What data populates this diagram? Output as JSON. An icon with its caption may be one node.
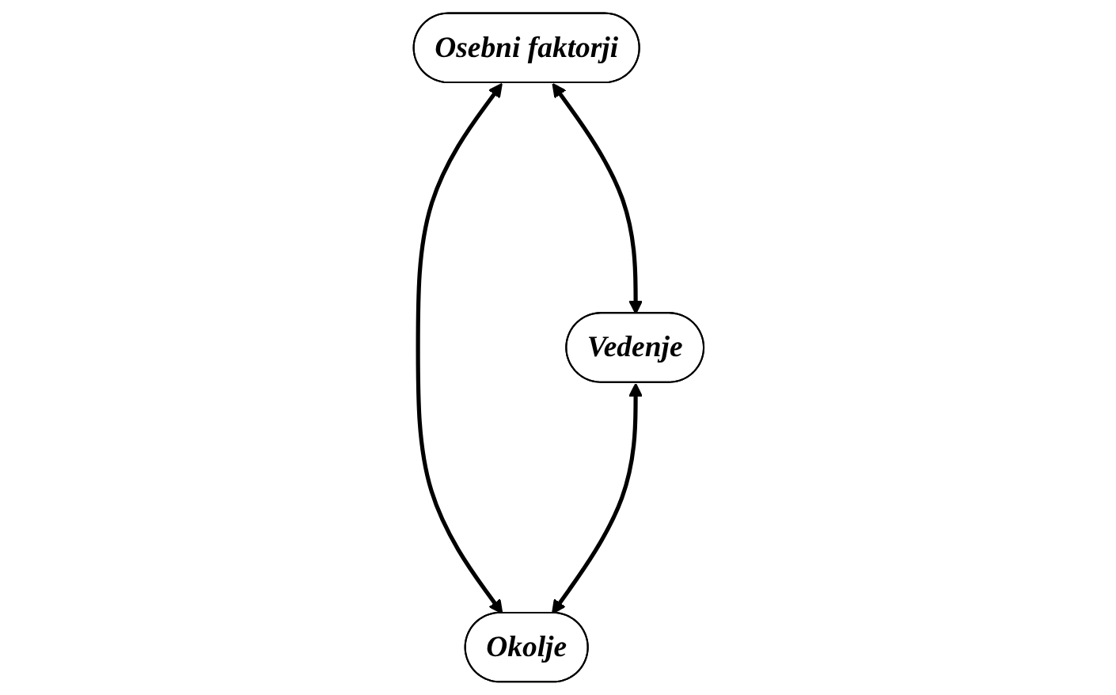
{
  "diagram": {
    "nodes": [
      {
        "text": [
          "Osebni faktorji"
        ]
      },
      {
        "text": [
          "Vedenje"
        ]
      },
      {
        "text": [
          "Okolje"
        ]
      }
    ],
    "edges": [
      {
        "from": 0,
        "to": 1,
        "arrow": "both"
      },
      {
        "from": 0,
        "to": 2,
        "arrow": "both"
      },
      {
        "from": 1,
        "to": 2,
        "arrow": "both"
      }
    ]
  }
}
